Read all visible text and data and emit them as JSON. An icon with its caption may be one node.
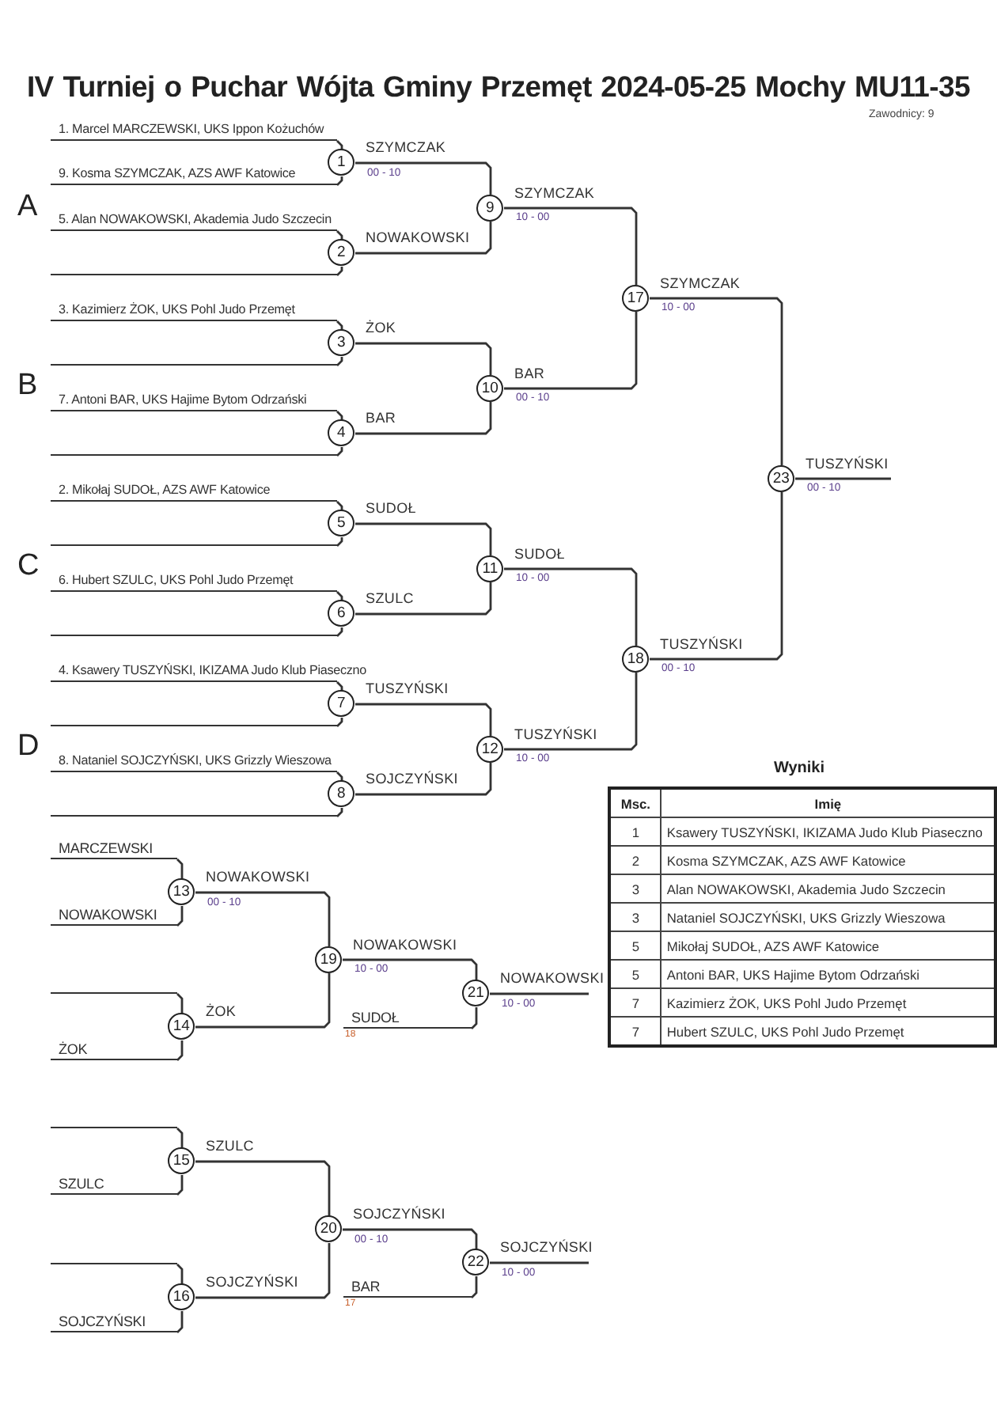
{
  "diagram": {
    "title": "IV Turniej o Puchar Wójta Gminy Przemęt 2024-05-25 Mochy MU11-35",
    "nodes": [
      {
        "text": [
          "1"
        ],
        "beside": [
          "SZYMCZAK",
          "00 - 10"
        ]
      },
      {
        "text": [
          "2"
        ],
        "beside": [
          "NOWAKOWSKI"
        ]
      },
      {
        "text": [
          "3"
        ],
        "beside": [
          "ŻOK"
        ]
      },
      {
        "text": [
          "4"
        ],
        "beside": [
          "BAR"
        ]
      },
      {
        "text": [
          "5"
        ],
        "beside": [
          "SUDOŁ"
        ]
      },
      {
        "text": [
          "6"
        ],
        "beside": [
          "SZULC"
        ]
      },
      {
        "text": [
          "7"
        ],
        "beside": [
          "TUSZYŃSKI"
        ]
      },
      {
        "text": [
          "8"
        ],
        "beside": [
          "SOJCZYŃSKI"
        ]
      },
      {
        "text": [
          "9"
        ],
        "beside": [
          "SZYMCZAK",
          "10 - 00"
        ]
      },
      {
        "text": [
          "10"
        ],
        "beside": [
          "BAR",
          "00 - 10"
        ]
      },
      {
        "text": [
          "11"
        ],
        "beside": [
          "SUDOŁ",
          "10 - 00"
        ]
      },
      {
        "text": [
          "12"
        ],
        "beside": [
          "TUSZYŃSKI",
          "10 - 00"
        ]
      },
      {
        "text": [
          "13"
        ],
        "beside": [
          "NOWAKOWSKI",
          "00 - 10"
        ]
      },
      {
        "text": [
          "14"
        ],
        "beside": [
          "ŻOK"
        ]
      },
      {
        "text": [
          "15"
        ],
        "beside": [
          "SZULC"
        ]
      },
      {
        "text": [
          "16"
        ],
        "beside": [
          "SOJCZYŃSKI"
        ]
      },
      {
        "text": [
          "17"
        ],
        "beside": [
          "SZYMCZAK",
          "10 - 00"
        ]
      },
      {
        "text": [
          "18"
        ],
        "beside": [
          "TUSZYŃSKI",
          "00 - 10"
        ]
      },
      {
        "text": [
          "19"
        ],
        "beside": [
          "NOWAKOWSKI",
          "10 - 00"
        ]
      },
      {
        "text": [
          "20"
        ],
        "beside": [
          "SOJCZYŃSKI",
          "00 - 10"
        ]
      },
      {
        "text": [
          "21"
        ],
        "beside": [
          "NOWAKOWSKI",
          "10 - 00"
        ]
      },
      {
        "text": [
          "22"
        ],
        "beside": [
          "SOJCZYŃSKI",
          "10 - 00"
        ]
      },
      {
        "text": [
          "23"
        ],
        "beside": [
          "TUSZYŃSKI",
          "00 - 10"
        ]
      },
      {
        "text": [
          "1. Marcel MARCZEWSKI, UKS Ippon Kożuchów"
        ]
      },
      {
        "text": [
          "9. Kosma SZYMCZAK, AZS AWF Katowice"
        ]
      },
      {
        "text": [
          "5. Alan NOWAKOWSKI, Akademia Judo Szczecin"
        ]
      },
      {
        "text": [
          "3. Kazimierz ŻOK, UKS Pohl Judo Przemęt"
        ]
      },
      {
        "text": [
          "7. Antoni BAR, UKS Hajime Bytom Odrzański"
        ]
      },
      {
        "text": [
          "2. Mikołaj SUDOŁ, AZS AWF Katowice"
        ]
      },
      {
        "text": [
          "6. Hubert SZULC, UKS Pohl Judo Przemęt"
        ]
      },
      {
        "text": [
          "4. Ksawery TUSZYŃSKI, IKIZAMA Judo Klub Piaseczno"
        ]
      },
      {
        "text": [
          "8. Nataniel SOJCZYŃSKI, UKS Grizzly Wieszowa"
        ]
      },
      {
        "text": [
          "MARCZEWSKI"
        ]
      },
      {
        "text": [
          "NOWAKOWSKI"
        ]
      },
      {
        "text": [
          "ŻOK"
        ]
      },
      {
        "text": [
          "SZULC"
        ]
      },
      {
        "text": [
          "SOJCZYŃSKI"
        ]
      },
      {
        "text": [
          "SUDOŁ"
        ],
        "beside": [
          "18"
        ]
      },
      {
        "text": [
          "BAR"
        ],
        "beside": [
          "17"
        ]
      },
      {
        "text": [],
        "shape": "line"
      },
      {
        "text": [],
        "shape": "line"
      },
      {
        "text": [],
        "shape": "line"
      },
      {
        "text": [],
        "shape": "line"
      },
      {
        "text": [],
        "shape": "line"
      },
      {
        "text": [],
        "shape": "line"
      },
      {
        "text": [],
        "shape": "line"
      },
      {
        "text": [],
        "shape": "line"
      },
      {
        "text": [],
        "shape": "line"
      },
      {
        "text": [],
        "shape": "line"
      }
    ],
    "edges": [
      {
        "from": 23,
        "to": 0,
        "arrow": "none"
      },
      {
        "from": 24,
        "to": 0,
        "arrow": "none"
      },
      {
        "from": 25,
        "to": 1,
        "arrow": "none"
      },
      {
        "from": 39,
        "to": 1,
        "arrow": "none"
      },
      {
        "from": 26,
        "to": 2,
        "arrow": "none"
      },
      {
        "from": 40,
        "to": 2,
        "arrow": "none"
      },
      {
        "from": 27,
        "to": 3,
        "arrow": "none"
      },
      {
        "from": 41,
        "to": 3,
        "arrow": "none"
      },
      {
        "from": 28,
        "to": 4,
        "arrow": "none"
      },
      {
        "from": 42,
        "to": 4,
        "arrow": "none"
      },
      {
        "from": 29,
        "to": 5,
        "arrow": "none"
      },
      {
        "from": 43,
        "to": 5,
        "arrow": "none"
      },
      {
        "from": 30,
        "to": 6,
        "arrow": "none"
      },
      {
        "from": 44,
        "to": 6,
        "arrow": "none"
      },
      {
        "from": 31,
        "to": 7,
        "arrow": "none"
      },
      {
        "from": 45,
        "to": 7,
        "arrow": "none"
      },
      {
        "from": 0,
        "to": 8,
        "arrow": "none"
      },
      {
        "from": 1,
        "to": 8,
        "arrow": "none"
      },
      {
        "from": 2,
        "to": 9,
        "arrow": "none"
      },
      {
        "from": 3,
        "to": 9,
        "arrow": "none"
      },
      {
        "from": 4,
        "to": 10,
        "arrow": "none"
      },
      {
        "from": 5,
        "to": 10,
        "arrow": "none"
      },
      {
        "from": 6,
        "to": 11,
        "arrow": "none"
      },
      {
        "from": 7,
        "to": 11,
        "arrow": "none"
      },
      {
        "from": 8,
        "to": 16,
        "arrow": "none"
      },
      {
        "from": 9,
        "to": 16,
        "arrow": "none"
      },
      {
        "from": 10,
        "to": 17,
        "arrow": "none"
      },
      {
        "from": 11,
        "to": 17,
        "arrow": "none"
      },
      {
        "from": 16,
        "to": 22,
        "arrow": "none"
      },
      {
        "from": 17,
        "to": 22,
        "arrow": "none"
      },
      {
        "from": 22,
        "to": null,
        "arrow": "none"
      },
      {
        "from": 32,
        "to": 12,
        "arrow": "none"
      },
      {
        "from": 33,
        "to": 12,
        "arrow": "none"
      },
      {
        "from": 46,
        "to": 13,
        "arrow": "none"
      },
      {
        "from": 34,
        "to": 13,
        "arrow": "none"
      },
      {
        "from": 12,
        "to": 18,
        "arrow": "none"
      },
      {
        "from": 13,
        "to": 18,
        "arrow": "none"
      },
      {
        "from": 18,
        "to": 20,
        "arrow": "none"
      },
      {
        "from": 37,
        "to": 20,
        "arrow": "none"
      },
      {
        "from": 20,
        "to": null,
        "arrow": "none"
      },
      {
        "from": 47,
        "to": 14,
        "arrow": "none"
      },
      {
        "from": 35,
        "to": 14,
        "arrow": "none"
      },
      {
        "from": 48,
        "to": 15,
        "arrow": "none"
      },
      {
        "from": 36,
        "to": 15,
        "arrow": "none"
      },
      {
        "from": 14,
        "to": 19,
        "arrow": "none"
      },
      {
        "from": 15,
        "to": 19,
        "arrow": "none"
      },
      {
        "from": 19,
        "to": 21,
        "arrow": "none"
      },
      {
        "from": 38,
        "to": 21,
        "arrow": "none"
      },
      {
        "from": 21,
        "to": null,
        "arrow": "none"
      }
    ],
    "labels": [
      "Zawodnicy: 9",
      "A",
      "B",
      "C",
      "D",
      "Wyniki",
      "Msc.",
      "Imię",
      "1",
      "Ksawery TUSZYŃSKI, IKIZAMA Judo Klub Piaseczno",
      "2",
      "Kosma SZYMCZAK, AZS AWF Katowice",
      "3",
      "Alan NOWAKOWSKI, Akademia Judo Szczecin",
      "3",
      "Nataniel SOJCZYŃSKI, UKS Grizzly Wieszowa",
      "5",
      "Mikołaj SUDOŁ, AZS AWF Katowice",
      "5",
      "Antoni BAR, UKS Hajime Bytom Odrzański",
      "7",
      "Kazimierz ŻOK, UKS Pohl Judo Przemęt",
      "7",
      "Hubert SZULC, UKS Pohl Judo Przemęt"
    ]
  }
}
